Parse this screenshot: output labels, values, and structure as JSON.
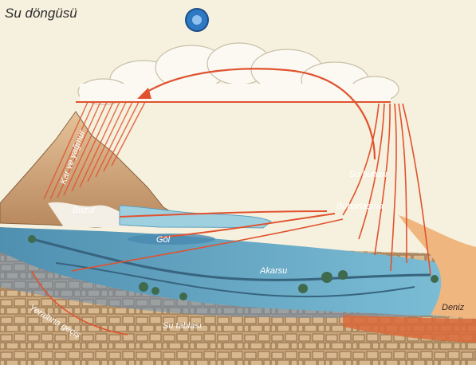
{
  "title": "Su döngüsü",
  "labels": {
    "rain": "Kar ve yağmur",
    "glacier": "Buzul",
    "lake": "Göl",
    "vapor": "Su buharı",
    "evaporation": "Buharlaşma",
    "river": "Akarsu",
    "sea": "Deniz",
    "groundwater": "Yeraltına geçiş",
    "water_table": "Su tablası"
  },
  "colors": {
    "sun": "#2f79c4",
    "arrow": "#e0522e",
    "sea": "#5fa9c9",
    "sky": "#f6f1de"
  }
}
